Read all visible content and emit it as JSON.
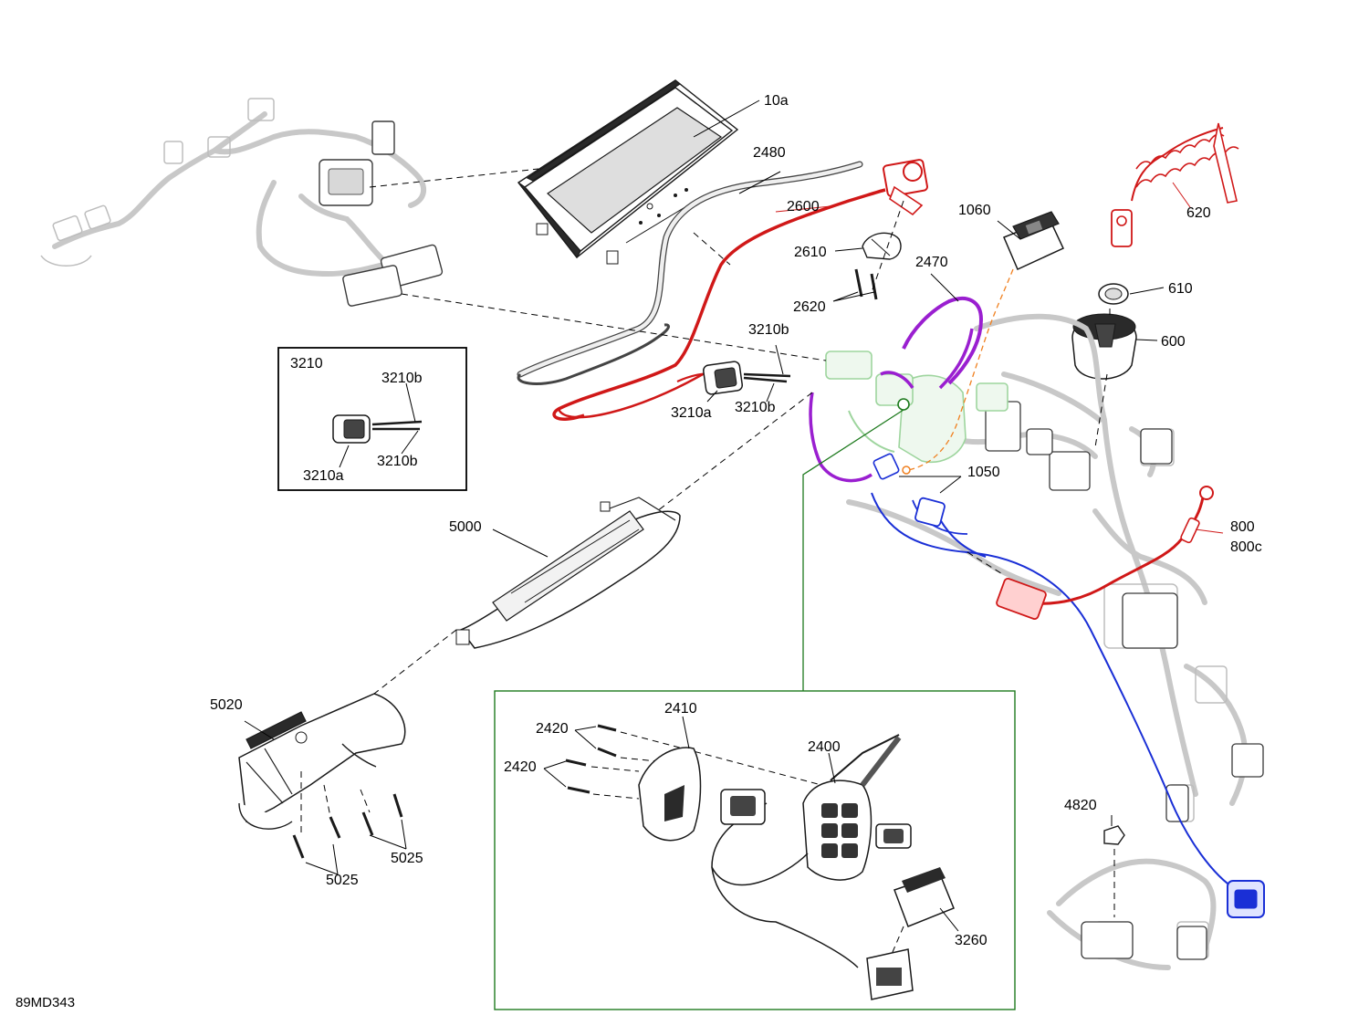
{
  "figure_code": "89MD343",
  "colors": {
    "red": "#d01818",
    "purple": "#9a1fd0",
    "green": "#1e7a1e",
    "light_green": "#9ed59e",
    "blue": "#1a2fd6",
    "orange": "#f08020",
    "ghost": "#c8c8c8"
  },
  "callouts": {
    "c10a": "10a",
    "c2480": "2480",
    "c2600": "2600",
    "c2610": "2610",
    "c2620": "2620",
    "c1060": "1060",
    "c2470": "2470",
    "c620": "620",
    "c610": "610",
    "c600": "600",
    "c3210b_top": "3210b",
    "c3210a": "3210a",
    "c3210b_bottom": "3210b",
    "c1050": "1050",
    "c800": "800",
    "c800c": "800c",
    "c5000": "5000",
    "c5020": "5020",
    "c5025_left": "5025",
    "c5025_right": "5025",
    "c4820": "4820"
  },
  "inset_3210": {
    "title": "3210",
    "c3210b_top": "3210b",
    "c3210a": "3210a",
    "c3210b_bottom": "3210b"
  },
  "inset_switch": {
    "c2410": "2410",
    "c2420_top": "2420",
    "c2420_bottom": "2420",
    "c2400": "2400",
    "c3260": "3260"
  }
}
